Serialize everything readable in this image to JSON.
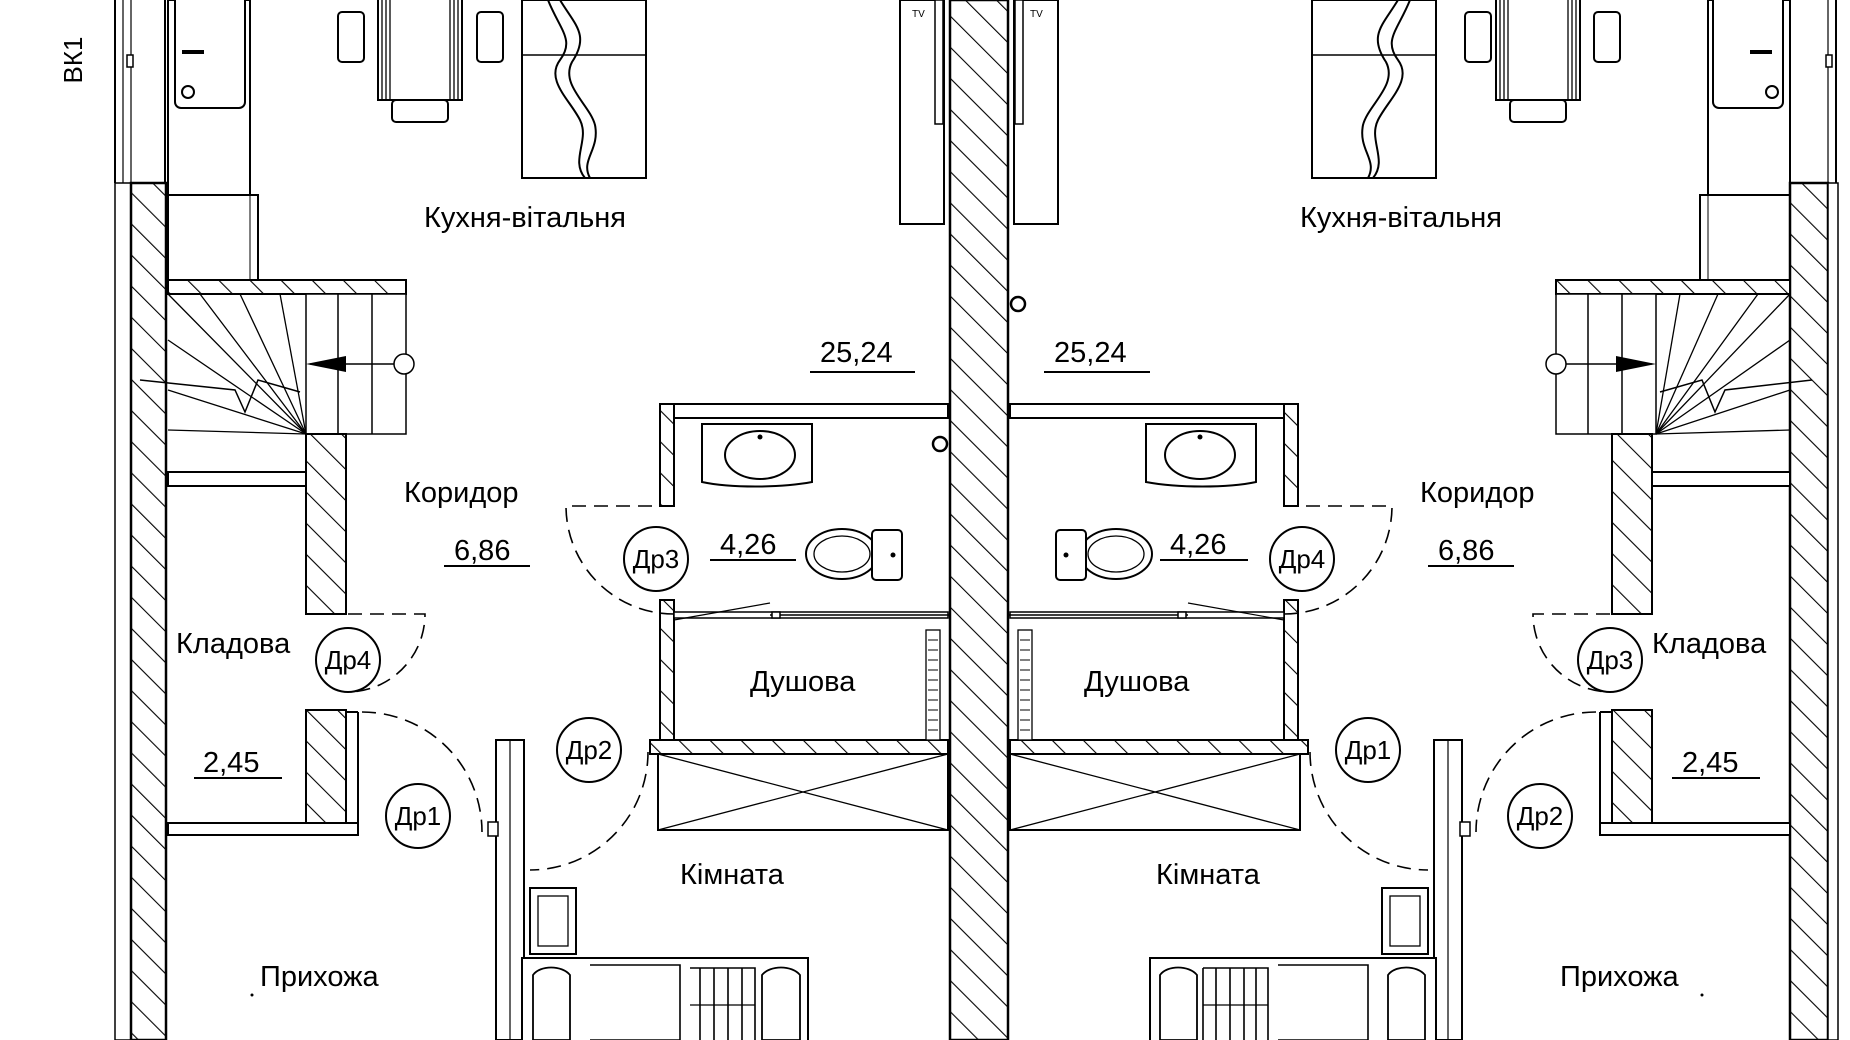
{
  "labels": {
    "axis": "ВК1",
    "tv": "TV",
    "left": {
      "kitchen": "Кухня-вітальня",
      "kitchen_area": "25,24",
      "corridor": "Коридор",
      "corridor_area": "6,86",
      "storage": "Кладова",
      "storage_area": "2,45",
      "bath_area": "4,26",
      "shower": "Душова",
      "room": "Кімната",
      "hall": "Прихожа",
      "door_bath": "Др3",
      "door_storage": "Др4",
      "door_room": "Др2",
      "door_hall": "Др1"
    },
    "right": {
      "kitchen": "Кухня-вітальня",
      "kitchen_area": "25,24",
      "corridor": "Коридор",
      "corridor_area": "6,86",
      "storage": "Кладова",
      "storage_area": "2,45",
      "bath_area": "4,26",
      "shower": "Душова",
      "room": "Кімната",
      "hall": "Прихожа",
      "door_bath": "Др4",
      "door_storage": "Др3",
      "door_room": "Др1",
      "door_hall": "Др2"
    }
  },
  "colors": {
    "line": "#000000",
    "background": "#ffffff",
    "hatch": "#000000"
  }
}
